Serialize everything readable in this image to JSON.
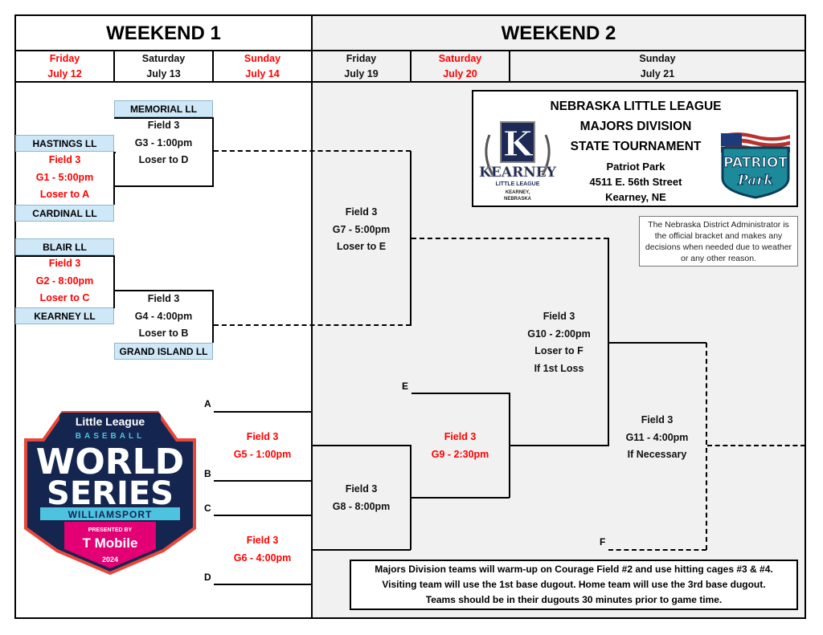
{
  "weekend1": {
    "title": "WEEKEND 1",
    "days": [
      {
        "day": "Friday",
        "date": "July 12",
        "color": "#ff0000"
      },
      {
        "day": "Saturday",
        "date": "July 13",
        "color": "#111111"
      },
      {
        "day": "Sunday",
        "date": "July 14",
        "color": "#ff0000"
      }
    ]
  },
  "weekend2": {
    "title": "WEEKEND 2",
    "days": [
      {
        "day": "Friday",
        "date": "July 19",
        "color": "#111111"
      },
      {
        "day": "Saturday",
        "date": "July 20",
        "color": "#ff0000"
      },
      {
        "day": "Sunday",
        "date": "July 21",
        "color": "#111111"
      }
    ]
  },
  "teams": {
    "memorial": "MEMORIAL LL",
    "hastings": "HASTINGS LL",
    "cardinal": "CARDINAL LL",
    "blair": "BLAIR LL",
    "kearney": "KEARNEY LL",
    "grand_island": "GRAND ISLAND LL"
  },
  "games": {
    "g1": {
      "field": "Field 3",
      "time": "G1 - 5:00pm",
      "note": "Loser to A"
    },
    "g2": {
      "field": "Field 3",
      "time": "G2 - 8:00pm",
      "note": "Loser to C"
    },
    "g3": {
      "field": "Field 3",
      "time": "G3 - 1:00pm",
      "note": "Loser to D"
    },
    "g4": {
      "field": "Field 3",
      "time": "G4 - 4:00pm",
      "note": "Loser to B"
    },
    "g5": {
      "field": "Field 3",
      "time": "G5 - 1:00pm"
    },
    "g6": {
      "field": "Field 3",
      "time": "G6 - 4:00pm"
    },
    "g7": {
      "field": "Field 3",
      "time": "G7 - 5:00pm",
      "note": "Loser to E"
    },
    "g8": {
      "field": "Field 3",
      "time": "G8 - 8:00pm"
    },
    "g9": {
      "field": "Field 3",
      "time": "G9 - 2:30pm"
    },
    "g10": {
      "field": "Field 3",
      "time": "G10 - 2:00pm",
      "note": "Loser to F",
      "note2": "If 1st Loss"
    },
    "g11": {
      "field": "Field 3",
      "time": "G11 - 4:00pm",
      "note": "If Necessary"
    }
  },
  "slots": {
    "a": "A",
    "b": "B",
    "c": "C",
    "d": "D",
    "e": "E",
    "f": "F"
  },
  "tournament": {
    "line1": "NEBRASKA LITTLE LEAGUE",
    "line2": "MAJORS DIVISION",
    "line3": "STATE TOURNAMENT",
    "venue": "Patriot Park",
    "address": "4511 E. 56th Street",
    "city": "Kearney, NE"
  },
  "kearney_logo": {
    "letter": "K",
    "word": "KEARNEY",
    "sub": "LITTLE LEAGUE",
    "place1": "KEARNEY,",
    "place2": "NEBRASKA"
  },
  "patriot_logo": {
    "word1": "PATRIOT",
    "word2": "Park"
  },
  "wws_logo": {
    "top": "Little League",
    "baseball": "BASEBALL",
    "world": "WORLD",
    "series": "SERIES",
    "city": "WILLIAMSPORT",
    "presented": "PRESENTED BY",
    "sponsor": "T Mobile",
    "year": "2024"
  },
  "admin_note": "The Nebraska District Administrator is the official bracket and makes any decisions when needed due to weather or any other reason.",
  "warmup_note": {
    "line1": "Majors Division teams will warm-up on Courage Field #2 and use hitting cages #3 & #4.",
    "line2": "Visiting team will use the 1st base dugout.  Home team will use the 3rd base dugout.",
    "line3": "Teams should be in their dugouts 30 minutes prior to game time."
  },
  "colors": {
    "accent_red": "#ff0000",
    "team_box": "#cfe8f7",
    "weekend2_bg": "#f1f1f1"
  }
}
